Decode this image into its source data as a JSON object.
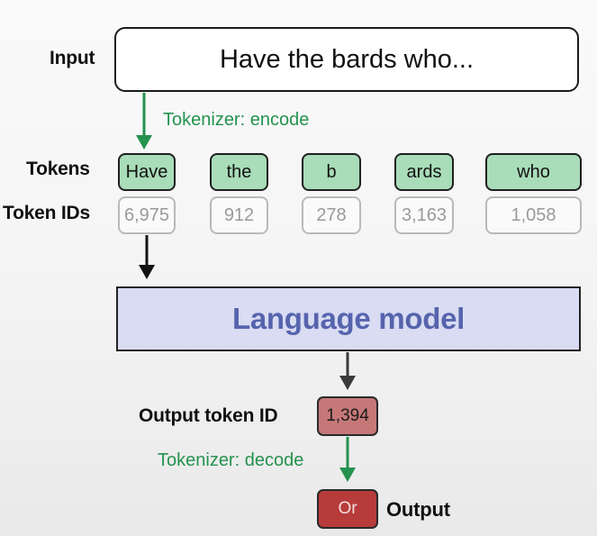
{
  "labels": {
    "input": "Input",
    "tokens": "Tokens",
    "token_ids": "Token IDs",
    "output_token_id": "Output token ID",
    "output": "Output"
  },
  "input_text": "Have the bards who...",
  "encode_label": "Tokenizer: encode",
  "decode_label": "Tokenizer: decode",
  "tokens": [
    "Have",
    "the",
    "b",
    "ards",
    "who"
  ],
  "token_ids": [
    "6,975",
    "912",
    "278",
    "3,163",
    "1,058"
  ],
  "model_label": "Language model",
  "output_token_id": "1,394",
  "output_token": "Or",
  "colors": {
    "token_fill": "#a9dcb9",
    "encode_arrow": "#25924f",
    "model_fill": "#d9dcf2",
    "model_text": "#5664ad",
    "output_id_fill": "#c67878",
    "output_token_fill": "#b83b3b"
  }
}
